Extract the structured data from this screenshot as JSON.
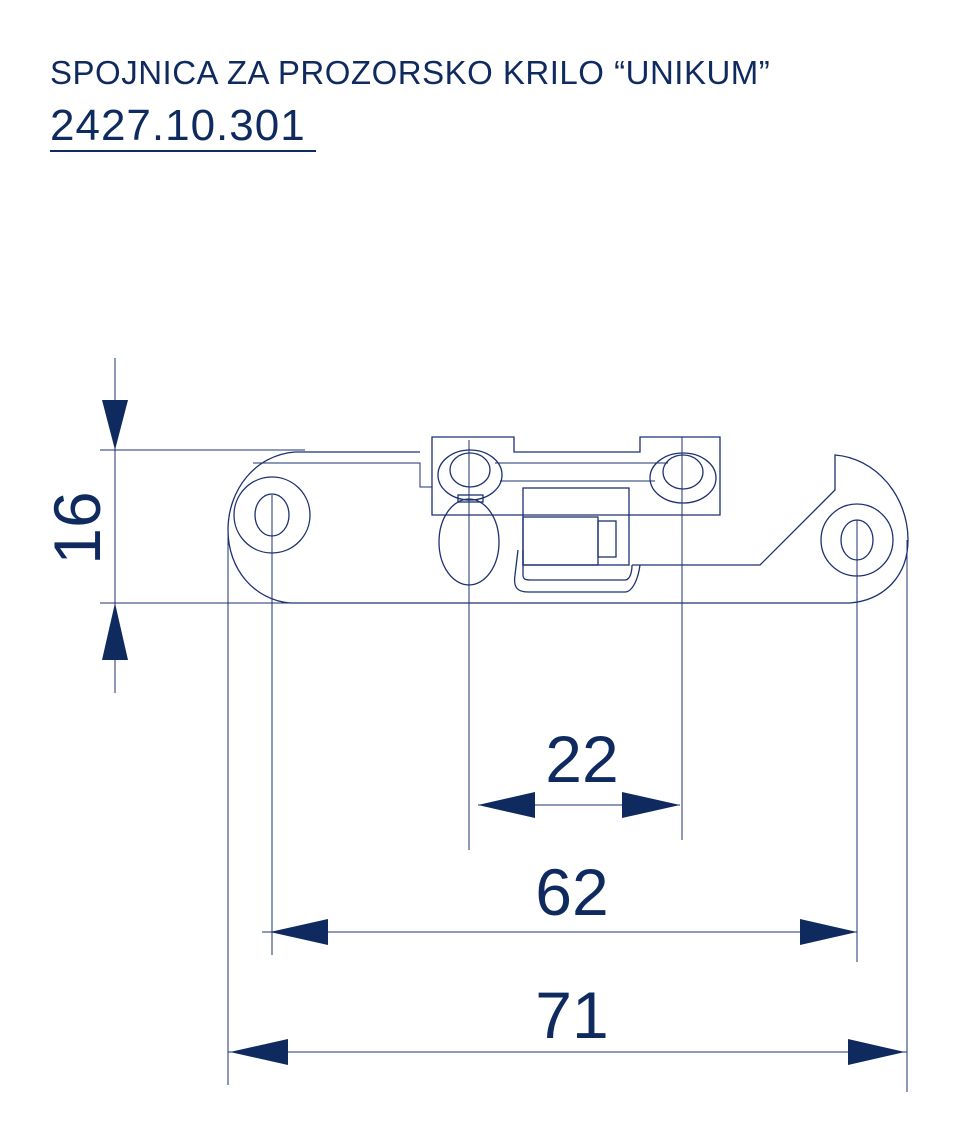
{
  "header": {
    "title": "SPOJNICA ZA PROZORSKO KRILO “UNIKUM”",
    "code": "2427.10.301"
  },
  "dimensions": {
    "height": "16",
    "hole_spacing": "22",
    "mount_spacing": "62",
    "overall_length": "71"
  },
  "colors": {
    "line": "#1d3170",
    "text": "#0f2a5e"
  }
}
